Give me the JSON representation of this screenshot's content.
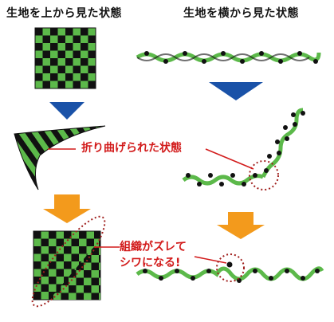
{
  "headings": {
    "top_view": "生地を上から見た状態",
    "side_view": "生地を横から見た状態"
  },
  "callouts": {
    "folded": "折り曲げられた状態",
    "wrinkle_line1": "組織がズレて",
    "wrinkle_line2": "シワになる!"
  },
  "colors": {
    "green": "#5cb94a",
    "black": "#111111",
    "blue_arrow": "#1a52a8",
    "orange_arrow": "#f39a1c",
    "callout_red": "#d21a1a"
  }
}
